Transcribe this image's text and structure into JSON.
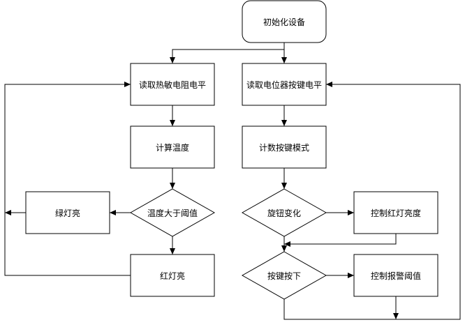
{
  "nodes": {
    "init": "初始化设备",
    "read_thermistor": "读取热敏电阻电平",
    "read_pot": "读取电位器按键电平",
    "calc_temp": "计算温度",
    "count_mode": "计数按键模式",
    "temp_gt_threshold": "温度大于阈值",
    "knob_change": "旋钮变化",
    "green_on": "绿灯亮",
    "red_on": "红灯亮",
    "ctrl_red_brightness": "控制红灯亮度",
    "key_pressed": "按键按下",
    "ctrl_alarm_threshold": "控制报警阈值"
  }
}
